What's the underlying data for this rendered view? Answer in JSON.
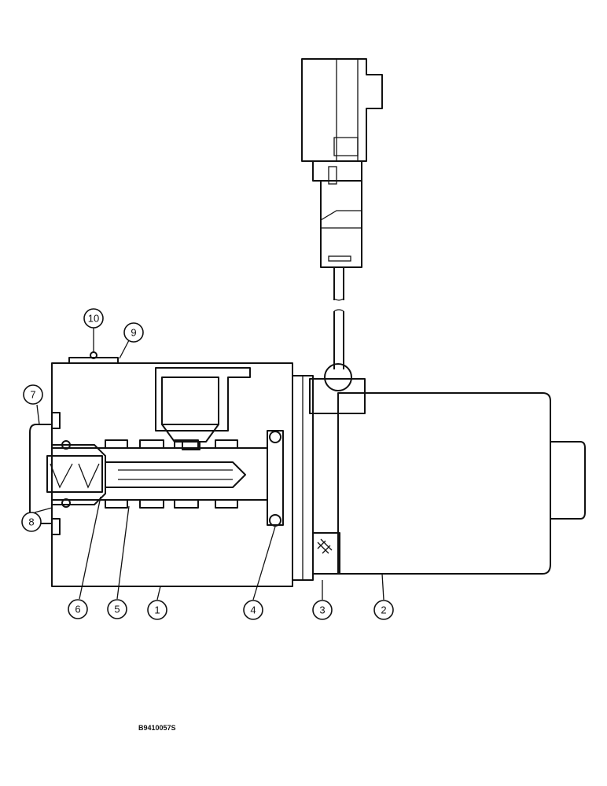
{
  "diagram": {
    "callouts": [
      {
        "id": "callout-1",
        "label": "1"
      },
      {
        "id": "callout-2",
        "label": "2"
      },
      {
        "id": "callout-3",
        "label": "3"
      },
      {
        "id": "callout-4",
        "label": "4"
      },
      {
        "id": "callout-5",
        "label": "5"
      },
      {
        "id": "callout-6",
        "label": "6"
      },
      {
        "id": "callout-7",
        "label": "7"
      },
      {
        "id": "callout-8",
        "label": "8"
      },
      {
        "id": "callout-9",
        "label": "9"
      },
      {
        "id": "callout-10",
        "label": "10"
      }
    ],
    "reference_code": "B9410057S"
  }
}
